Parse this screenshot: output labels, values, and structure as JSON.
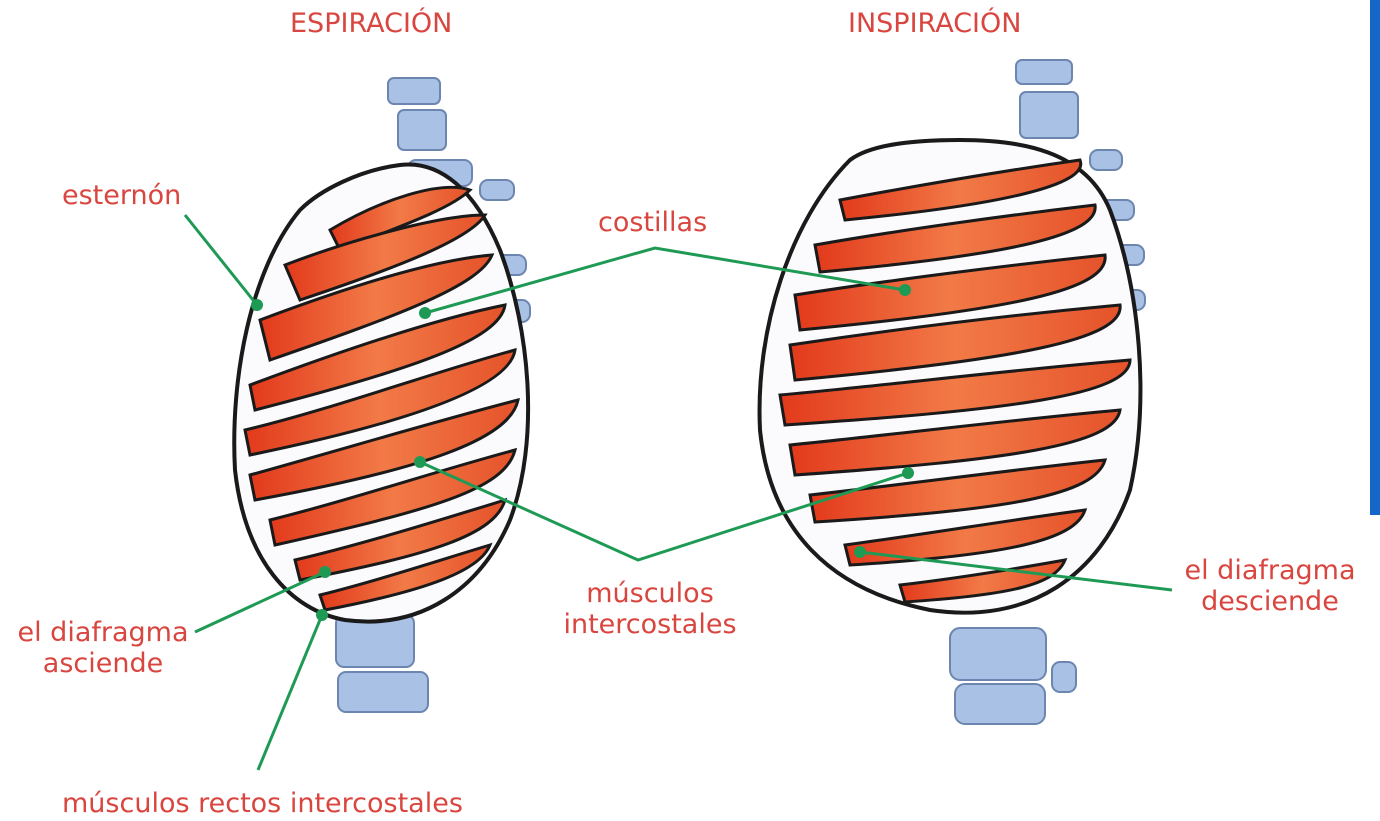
{
  "headings": {
    "left": "ESPIRACIÓN",
    "right": "INSPIRACIÓN"
  },
  "labels": {
    "esternon": "esternón",
    "costillas": "costillas",
    "musculos_intercostales_1": "músculos",
    "musculos_intercostales_2": "intercostales",
    "diafragma_asciende_1": "el diafragma",
    "diafragma_asciende_2": "asciende",
    "diafragma_desciende_1": "el diafragma",
    "diafragma_desciende_2": "desciende",
    "musculos_rectos": "músculos rectos intercostales"
  },
  "colors": {
    "label_text": "#d9453f",
    "leader_line": "#1f9a55",
    "rib": "#e8552d",
    "rib_light": "#f08a5c",
    "cartilage": "#ffffff",
    "bone_blue": "#a9c1e4",
    "outline": "#1a1a1a",
    "side_bar": "#1566c9"
  }
}
